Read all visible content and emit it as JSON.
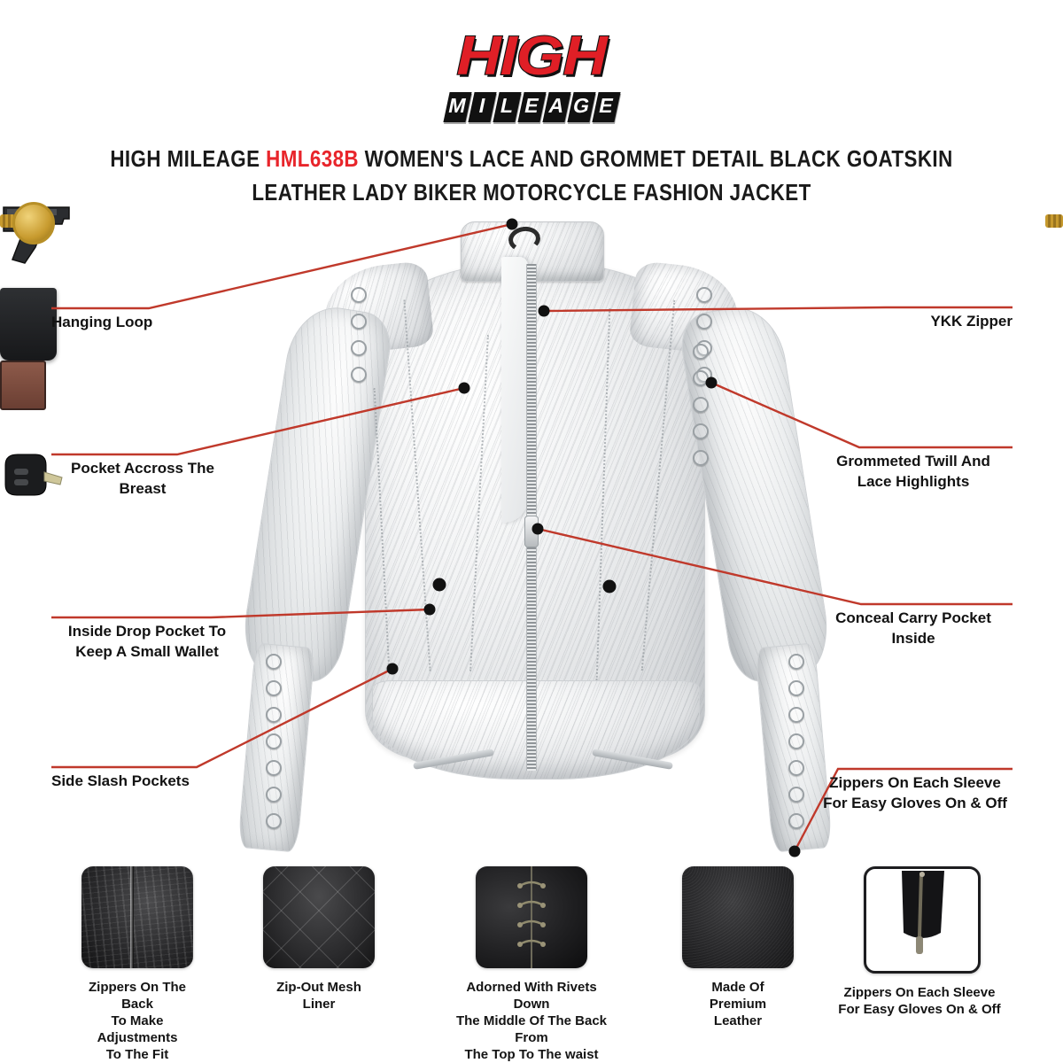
{
  "brand": {
    "logo_primary": "HIGH",
    "logo_secondary": "MILEAGE",
    "logo_red": "#e01f26"
  },
  "title": {
    "line1_before": "HIGH MILEAGE ",
    "sku": "HML638B",
    "line1_after": " WOMEN'S LACE AND GROMMET DETAIL BLACK GOATSKIN",
    "line2": "LEATHER LADY BIKER MOTORCYCLE FASHION JACKET",
    "sku_color": "#e8252b"
  },
  "callouts": {
    "line_color": "#c0392b",
    "dot_color": "#111111",
    "left": [
      {
        "id": "hanging-loop",
        "label": "Hanging Loop"
      },
      {
        "id": "pocket-across-breast",
        "label": "Pocket Accross The\nBreast"
      },
      {
        "id": "inside-drop-pocket",
        "label": "Inside Drop Pocket To\nKeep A Small Wallet"
      },
      {
        "id": "side-slash-pockets",
        "label": "Side Slash Pockets"
      }
    ],
    "right": [
      {
        "id": "ykk-zipper",
        "label": "YKK Zipper"
      },
      {
        "id": "grommeted-twill",
        "label": "Grommeted Twill And\nLace Highlights"
      },
      {
        "id": "conceal-carry-pocket",
        "label": "Conceal Carry Pocket\nInside"
      },
      {
        "id": "sleeve-zippers",
        "label": "Zippers On Each Sleeve\nFor Easy Gloves On & Off"
      }
    ]
  },
  "product_image": {
    "alt": "silver-white washed leather lady biker jacket front view",
    "props": [
      "pistol",
      "wallet-pouch",
      "gold-watch",
      "car-key-fob"
    ]
  },
  "features": [
    {
      "id": "back-zippers",
      "caption": "Zippers On The Back\nTo Make Adjustments\nTo The Fit"
    },
    {
      "id": "mesh-liner",
      "caption": "Zip-Out Mesh Liner"
    },
    {
      "id": "back-rivets",
      "caption": "Adorned With Rivets Down\nThe Middle Of The Back From\nThe Top To The waist"
    },
    {
      "id": "premium-leather",
      "caption": "Made Of Premium\nLeather"
    },
    {
      "id": "sleeve-zippers-thumb",
      "caption": "Zippers On Each Sleeve\nFor Easy Gloves On & Off"
    }
  ]
}
